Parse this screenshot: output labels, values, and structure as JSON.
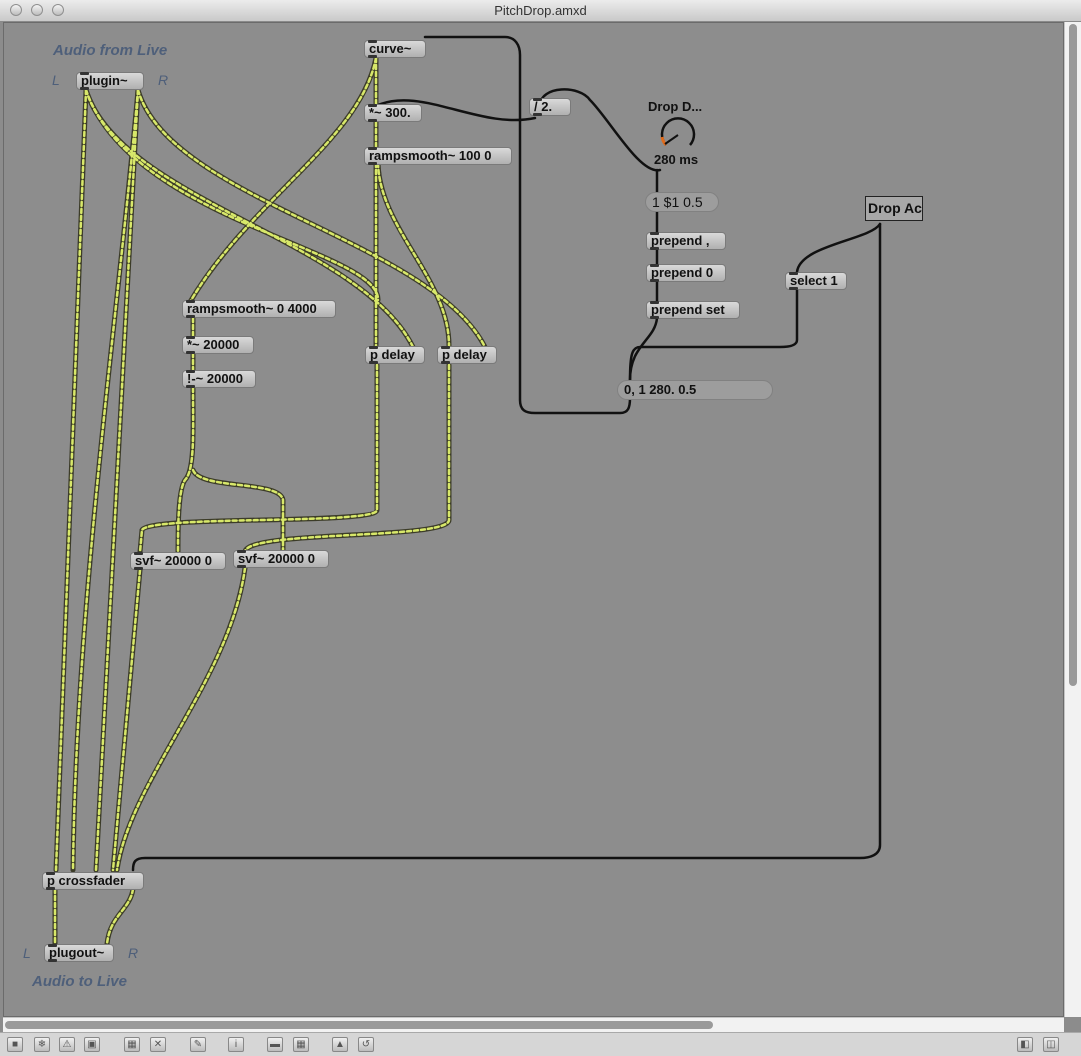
{
  "window": {
    "title": "PitchDrop.amxd"
  },
  "comments": {
    "audio_from_live": "Audio from Live",
    "audio_to_live": "Audio to Live",
    "in_l": "L",
    "in_r": "R",
    "out_l": "L",
    "out_r": "R"
  },
  "objects": {
    "plugin": "plugin~",
    "curve": "curve~",
    "mult300": "*~ 300.",
    "rampsmooth100": "rampsmooth~ 100 0",
    "div2": "/ 2.",
    "rampsmooth4000": "rampsmooth~ 0 4000",
    "mult20000": "*~ 20000",
    "rminus20000": "!-~ 20000",
    "pdelay1": "p delay",
    "pdelay2": "p delay",
    "svf1": "svf~ 20000 0",
    "svf2": "svf~ 20000 0",
    "prepend_comma": "prepend ,",
    "prepend0": "prepend 0",
    "prepend_set": "prepend set",
    "select1": "select 1",
    "crossfader": "p crossfader",
    "plugout": "plugout~"
  },
  "messages": {
    "msg1": "1 $1 0.5",
    "msg2": "0, 1 280. 0.5"
  },
  "dial": {
    "title": "Drop D...",
    "value_text": "280 ms",
    "accent_color": "#e06a1a"
  },
  "toggle_button": {
    "label": "Drop Ac"
  },
  "colors": {
    "signal_cord": "#d8e86a",
    "control_cord": "#111111",
    "canvas": "#8d8d8d"
  }
}
